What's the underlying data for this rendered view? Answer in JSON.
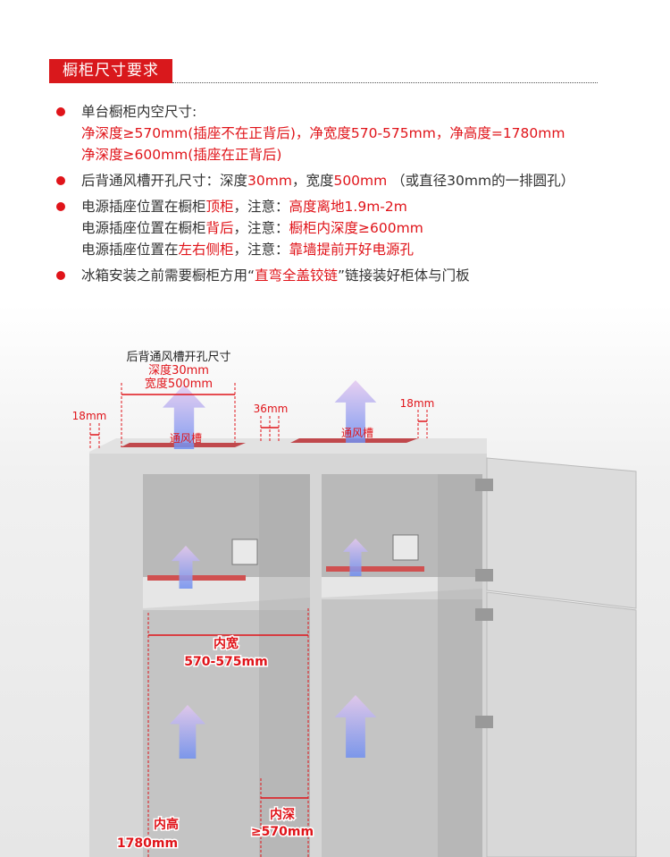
{
  "section_title": "橱柜尺寸要求",
  "items": [
    {
      "lines": [
        [
          "单台橱柜内空尺寸:"
        ],
        [
          "净深度≥570mm(插座不在正背后)，净宽度570-575mm，净高度=1780mm"
        ],
        [
          "净深度≥600mm(插座在正背后)"
        ]
      ]
    },
    {
      "a": "后背通风槽开孔尺寸：深度",
      "b": "30mm",
      "c": "，宽度",
      "d": "500mm",
      "e": " （或直径30mm的一排圆孔）"
    },
    {
      "l1a": "电源插座位置在橱柜",
      "l1b": "顶柜",
      "l1c": "，注意：",
      "l1d": "高度离地1.9m-2m",
      "l2a": "电源插座位置在橱柜",
      "l2b": "背后",
      "l2c": "，注意：",
      "l2d": "橱柜内深度≥600mm",
      "l3a": "电源插座位置在",
      "l3b": "左右侧柜",
      "l3c": "，注意：",
      "l3d": "靠墙提前开好电源孔"
    },
    {
      "a": "冰箱安装之前需要橱柜方用“",
      "b": "直弯全盖铰链",
      "c": "”链接装好柜体与门板"
    }
  ],
  "diagram": {
    "vent_title": "后背通风槽开孔尺寸",
    "vent_depth": "深度30mm",
    "vent_width": "宽度500mm",
    "left_gap": "18mm",
    "mid_gap": "36mm",
    "right_gap": "18mm",
    "vent_label": "通风槽",
    "inner_width_label": "内宽",
    "inner_width_value": "570-575mm",
    "inner_height_label": "内高",
    "inner_height_value": "1780mm",
    "inner_depth_label": "内深",
    "inner_depth_value": "≥570mm"
  },
  "colors": {
    "accent": "#e0141a"
  }
}
